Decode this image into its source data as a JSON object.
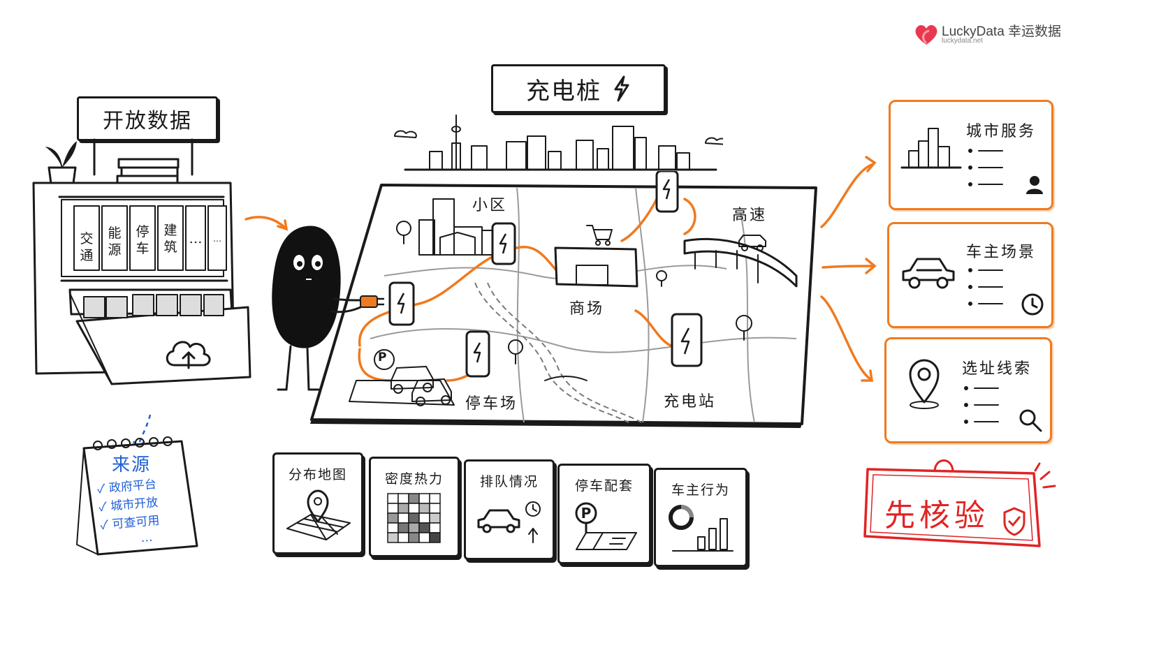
{
  "brand": {
    "name": "LuckyData 幸运数据",
    "url": "luckydata.net",
    "color": "#e8384f"
  },
  "open_data": {
    "sign": "开放数据",
    "binders": [
      "交通",
      "能源",
      "停车",
      "建筑",
      "…",
      "…"
    ]
  },
  "source": {
    "title": "来源",
    "items": [
      "政府平台",
      "城市开放",
      "可查可用"
    ],
    "more": "…"
  },
  "map": {
    "title": "充电桩",
    "labels": {
      "community": "小区",
      "mall": "商场",
      "highway": "高速",
      "parking": "停车场",
      "station": "充电站"
    },
    "parking_sign": "P"
  },
  "data_cards": [
    {
      "title": "分布地图",
      "icon": "map-pin-icon"
    },
    {
      "title": "密度热力",
      "icon": "heatmap-grid-icon"
    },
    {
      "title": "排队情况",
      "icon": "car-clock-icon"
    },
    {
      "title": "停车配套",
      "icon": "parking-icon"
    },
    {
      "title": "车主行为",
      "icon": "bar-chart-icon"
    }
  ],
  "outputs": [
    {
      "title": "城市服务",
      "icon": "city-icon",
      "badge": "user-icon"
    },
    {
      "title": "车主场景",
      "icon": "car-icon",
      "badge": "clock-icon"
    },
    {
      "title": "选址线索",
      "icon": "location-pin-icon",
      "badge": "magnifier-icon"
    }
  ],
  "verify_tag": {
    "text": "先核验",
    "color": "#e02424"
  },
  "colors": {
    "accent": "#f07a1f",
    "ink": "#1a1a1a",
    "check": "#1f5fd6"
  }
}
